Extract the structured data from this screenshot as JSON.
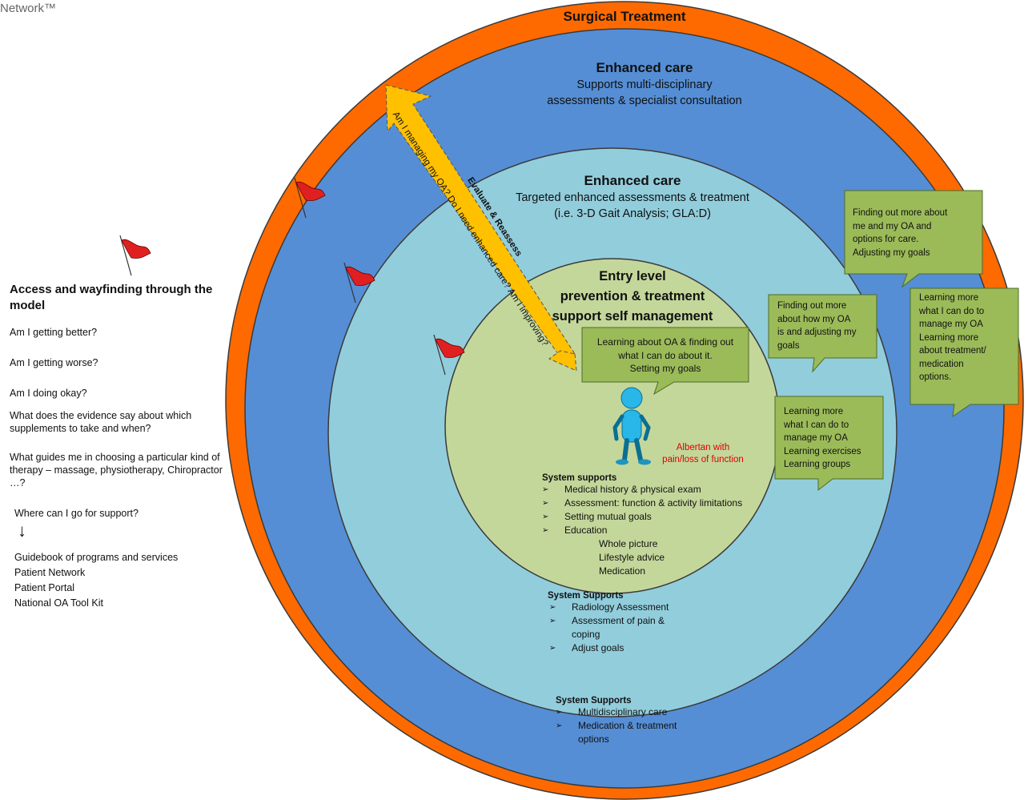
{
  "header_text": "Network™",
  "rings": {
    "surgical": {
      "title": "Surgical Treatment",
      "color": "#FF6A00"
    },
    "outer_enhanced": {
      "title": "Enhanced care",
      "subtitle_lines": [
        "Supports multi-disciplinary",
        "assessments & specialist consultation"
      ],
      "color": "#558ED5"
    },
    "inner_enhanced": {
      "title": "Enhanced care",
      "subtitle_lines": [
        "Targeted enhanced assessments & treatment",
        "(i.e. 3-D Gait Analysis; GLA:D)"
      ],
      "color": "#92CDDC"
    },
    "entry": {
      "title_lines": [
        "Entry level",
        "prevention & treatment",
        "support self management"
      ],
      "color": "#C4D79B"
    }
  },
  "evaluate_arrow": {
    "title": "Evaluate & Reassess",
    "text": "Am I managing my OA? Do I need enhanced care? Am I improving?",
    "color": "#FFC000"
  },
  "person_label_lines": [
    "Albertan with",
    "pain/loss of function"
  ],
  "callouts": {
    "center": [
      "Learning about OA & finding out",
      "what I can do about it.",
      "Setting my goals"
    ],
    "right_top": [
      "Finding out more about",
      "me and my OA and",
      "options for care.",
      "Adjusting my goals"
    ],
    "right_mid": [
      "Finding out more",
      "about how my OA",
      "is and adjusting my",
      "goals"
    ],
    "right_far": [
      "Learning more",
      "what I can do to",
      "manage my OA",
      "Learning more",
      "about treatment/",
      "medication",
      "options."
    ],
    "right_low": [
      "Learning more",
      "what I can do to",
      "manage my OA",
      "Learning exercises",
      "Learning groups"
    ],
    "fill": "#9BBB59"
  },
  "system_supports": {
    "entry": {
      "title": "System supports",
      "items": [
        "Medical history & physical exam",
        "Assessment: function & activity limitations",
        "Setting mutual goals",
        "Education"
      ],
      "education_items": [
        "Whole picture",
        "Lifestyle advice",
        "Medication"
      ]
    },
    "inner": {
      "title": "System Supports",
      "items": [
        "Radiology Assessment",
        "Assessment of pain &",
        "coping",
        "Adjust goals"
      ]
    },
    "outer": {
      "title": "System Supports",
      "items": [
        "Multidisciplinary care",
        "Medication & treatment",
        "options"
      ]
    }
  },
  "left_panel": {
    "title": "Access and wayfinding through the model",
    "questions": [
      "Am I getting better?",
      "Am I getting worse?",
      "Am I doing okay?",
      "What does the evidence say about which supplements to take and when?",
      "What guides me in choosing a particular kind of therapy – massage, physiotherapy, Chiropractor …?",
      "Where can I go for support?"
    ],
    "arrow_glyph": "↓",
    "resources": [
      "Guidebook of programs and services",
      "Patient Network",
      "Patient Portal",
      "National OA Tool Kit"
    ]
  },
  "icons": [
    "red-flag-icon",
    "person-icon",
    "double-arrow-icon",
    "down-arrow-icon"
  ]
}
